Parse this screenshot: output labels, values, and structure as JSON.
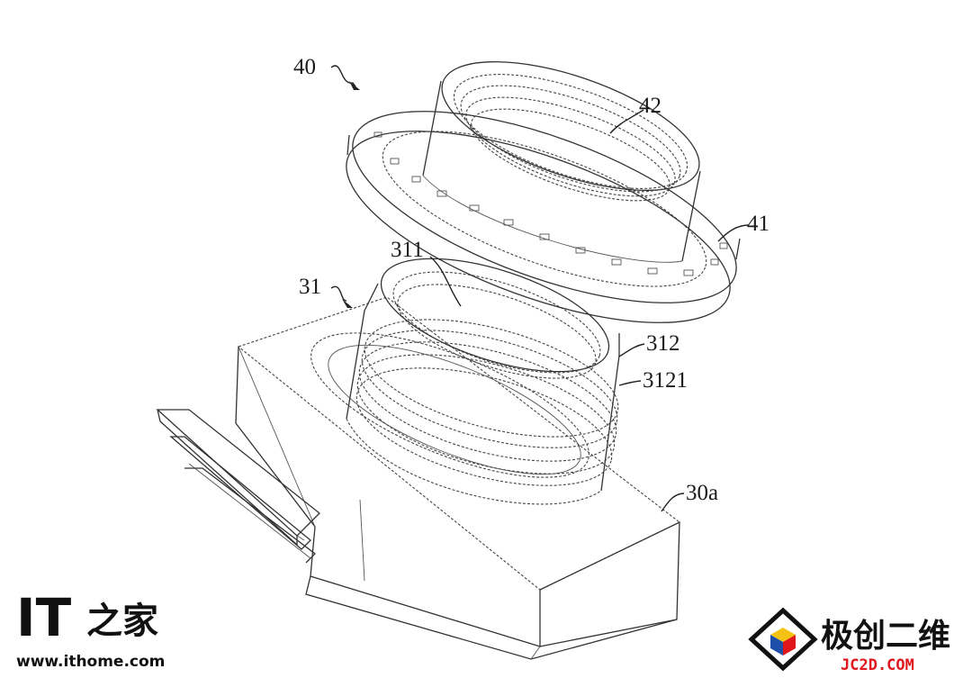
{
  "figure": {
    "labels": {
      "l40": "40",
      "l42": "42",
      "l41": "41",
      "l311": "311",
      "l31": "31",
      "l312": "312",
      "l3121": "3121",
      "l30a": "30a"
    }
  },
  "watermarks": {
    "ithome_logo": "IT之家",
    "ithome_url": "www.ithome.com",
    "jc2d_name": "极创二维",
    "jc2d_url": "JC2D.COM"
  },
  "colors": {
    "line": "#333333",
    "jc2d_red": "#e0161c",
    "jc2d_blue": "#1d4fa8",
    "jc2d_yellow": "#f3c214"
  }
}
